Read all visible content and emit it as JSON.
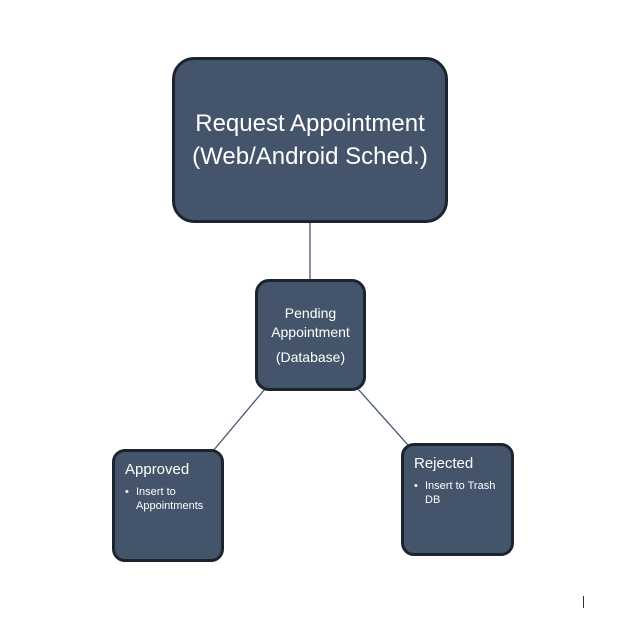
{
  "colors": {
    "node_fill": "#44546a",
    "node_border": "#1c2430",
    "node_text": "#ffffff",
    "connector": "#44546a",
    "background": "#ffffff"
  },
  "nodes": {
    "request": {
      "line1": "Request Appointment",
      "line2": "(Web/Android Sched.)"
    },
    "pending": {
      "line1": "Pending",
      "line2": "Appointment",
      "line3": "(Database)"
    },
    "approved": {
      "title": "Approved",
      "items": [
        "Insert to Appointments"
      ]
    },
    "rejected": {
      "title": "Rejected",
      "items": [
        "Insert to Trash DB"
      ]
    }
  },
  "edges": [
    {
      "from": "request",
      "to": "pending"
    },
    {
      "from": "pending",
      "to": "approved"
    },
    {
      "from": "pending",
      "to": "rejected"
    }
  ]
}
